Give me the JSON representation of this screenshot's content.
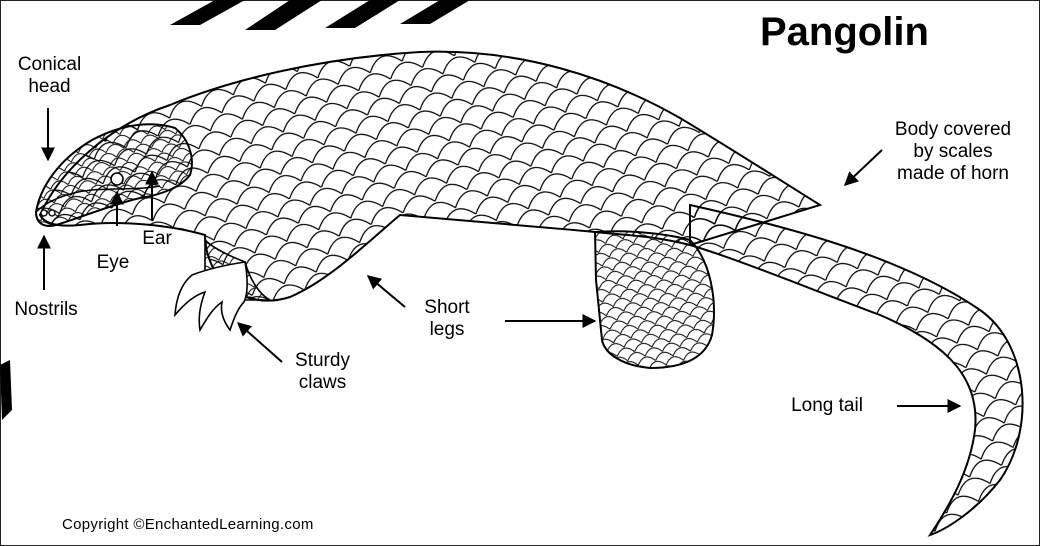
{
  "diagram": {
    "title": "Pangolin",
    "copyright": "Copyright ©EnchantedLearning.com",
    "labels": {
      "conical_head": "Conical\nhead",
      "nostrils": "Nostrils",
      "eye": "Eye",
      "ear": "Ear",
      "sturdy_claws": "Sturdy\nclaws",
      "short_legs": "Short\nlegs",
      "body_scales": "Body covered\nby scales\nmade of horn",
      "long_tail": "Long tail"
    },
    "colors": {
      "ink": "#000000",
      "paper": "#ffffff"
    }
  }
}
